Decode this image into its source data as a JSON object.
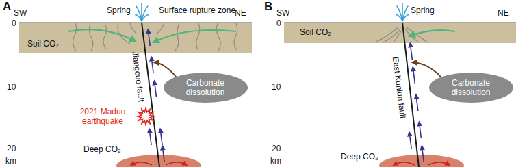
{
  "diagram": {
    "nodes": [
      {
        "text": [
          "Carbonate dissolution"
        ]
      },
      {
        "text": [
          "Carbonate dissolution"
        ]
      }
    ],
    "labels": [
      "A",
      "SW",
      "NE",
      "Spring",
      "Surface rupture zone",
      "0",
      "10",
      "20",
      "km",
      "Soil CO₂",
      "Jiangcuo fault",
      "2021 Maduo earthquake",
      "Deep CO₂",
      "B",
      "SW",
      "NE",
      "Spring",
      "0",
      "10",
      "20",
      "km",
      "Soil CO₂",
      "East Kunlun fault",
      "Deep CO₂"
    ]
  }
}
